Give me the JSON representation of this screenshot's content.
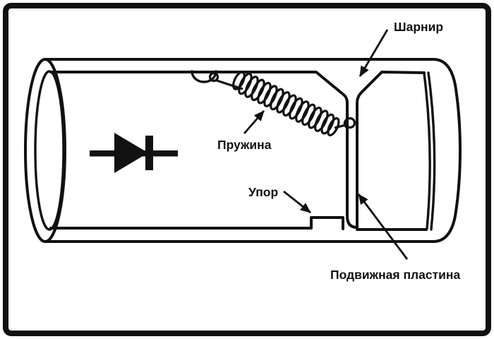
{
  "figure": {
    "kind": "mechanical-analogy-of-diode-diagram",
    "background_color": "#ffffff",
    "ink_color": "#111111",
    "labels": {
      "hinge": "Шарнир",
      "spring": "Пружина",
      "stop": "Упор",
      "plate": "Подвижная пластина"
    },
    "icons": {
      "diode": "diode-icon"
    }
  }
}
